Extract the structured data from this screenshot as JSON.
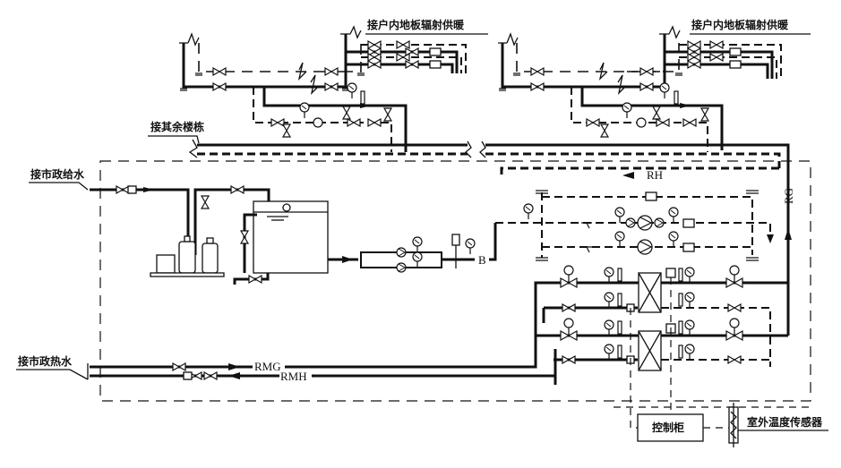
{
  "title": "Heat exchange station with floor radiant heating schematic",
  "labels": {
    "household_floor_heating_left": "接户内地板辐射供暖",
    "household_floor_heating_right": "接户内地板辐射供暖",
    "other_buildings": "接其余楼栋",
    "municipal_water_supply": "接市政给水",
    "municipal_heat_water": "接市政热水",
    "control_cabinet": "控制柜",
    "outdoor_temp_sensor": "室外温度传感器"
  },
  "pipe_codes": {
    "return": "RH",
    "supply": "RG",
    "municipal_supply": "RMG",
    "municipal_return": "RMH",
    "makeup": "B"
  },
  "icons": {
    "pump": "pump-icon",
    "valve": "gate-valve-icon",
    "heat_exchanger": "plate-heat-exchanger-icon",
    "gauge": "pressure-gauge-icon",
    "thermometer": "thermometer-icon",
    "tank": "water-tank-icon",
    "sensor": "temperature-sensor-icon"
  }
}
